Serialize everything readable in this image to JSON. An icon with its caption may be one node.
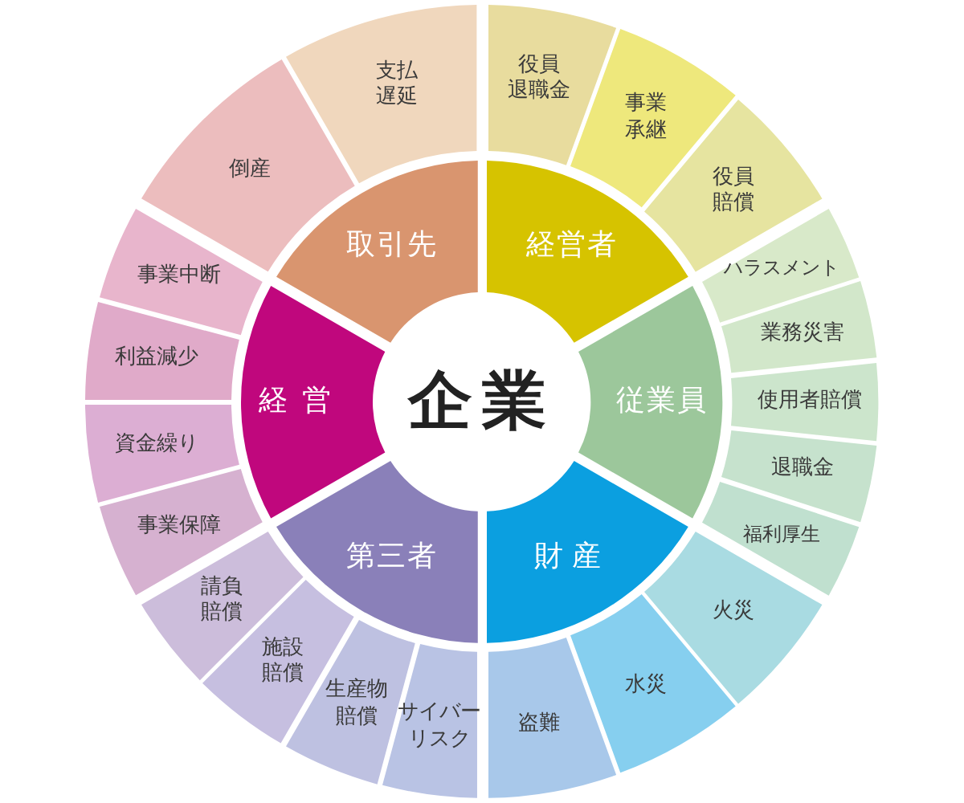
{
  "diagram": {
    "nodes": [
      {
        "text": [
          "企業"
        ]
      },
      {
        "text": [
          "経営者"
        ]
      },
      {
        "text": [
          "従業員"
        ]
      },
      {
        "text": [
          "財産"
        ]
      },
      {
        "text": [
          "第三者"
        ]
      },
      {
        "text": [
          "経営"
        ]
      },
      {
        "text": [
          "取引先"
        ]
      },
      {
        "text": [
          "役員退職金"
        ]
      },
      {
        "text": [
          "事業承継"
        ]
      },
      {
        "text": [
          "役員賠償"
        ]
      },
      {
        "text": [
          "ハラスメント"
        ]
      },
      {
        "text": [
          "業務災害"
        ]
      },
      {
        "text": [
          "使用者賠償"
        ]
      },
      {
        "text": [
          "退職金"
        ]
      },
      {
        "text": [
          "福利厚生"
        ]
      },
      {
        "text": [
          "火災"
        ]
      },
      {
        "text": [
          "水災"
        ]
      },
      {
        "text": [
          "盗難"
        ]
      },
      {
        "text": [
          "サイバーリスク"
        ]
      },
      {
        "text": [
          "生産物賠償"
        ]
      },
      {
        "text": [
          "施設賠償"
        ]
      },
      {
        "text": [
          "請負賠償"
        ]
      },
      {
        "text": [
          "事業保障"
        ]
      },
      {
        "text": [
          "資金繰り"
        ]
      },
      {
        "text": [
          "利益減少"
        ]
      },
      {
        "text": [
          "事業中断"
        ]
      },
      {
        "text": [
          "倒産"
        ]
      },
      {
        "text": [
          "支払遅延"
        ]
      }
    ]
  }
}
